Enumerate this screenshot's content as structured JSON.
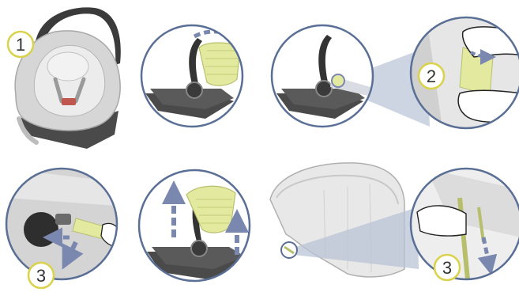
{
  "steps": {
    "s1": "1",
    "s2": "2",
    "s3a": "3",
    "s3b": "3"
  },
  "colors": {
    "ring": "#5a6f95",
    "yellow": "#e3eaa0",
    "yellow_stroke": "#b8bf6c",
    "seat_light": "#dcdcdc",
    "seat_mid": "#bdbdbd",
    "seat_dark": "#555555",
    "arrow": "#7a88b0",
    "beam": "#b9c3d6",
    "badge_ring": "#d9d24a"
  }
}
